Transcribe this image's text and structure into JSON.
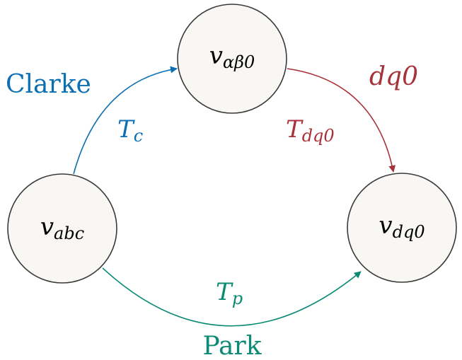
{
  "nodes": {
    "abc": {
      "symbol": "v",
      "subscript": "abc"
    },
    "alphabeta0": {
      "symbol": "v",
      "subscript": "αβ0"
    },
    "dq0": {
      "symbol": "v",
      "subscript": "dq0"
    }
  },
  "edges": {
    "clarke": {
      "name": "Clarke",
      "symbol": "T",
      "subscript": "c",
      "color": "#0b6fb3"
    },
    "dq0": {
      "name": "dq0",
      "symbol": "T",
      "subscript": "dq0",
      "color": "#a8323a"
    },
    "park": {
      "name": "Park",
      "symbol": "T",
      "subscript": "p",
      "color": "#0b8a74"
    }
  },
  "colors": {
    "node_fill": "#f9f7f3",
    "node_stroke": "#3a3a3a"
  }
}
